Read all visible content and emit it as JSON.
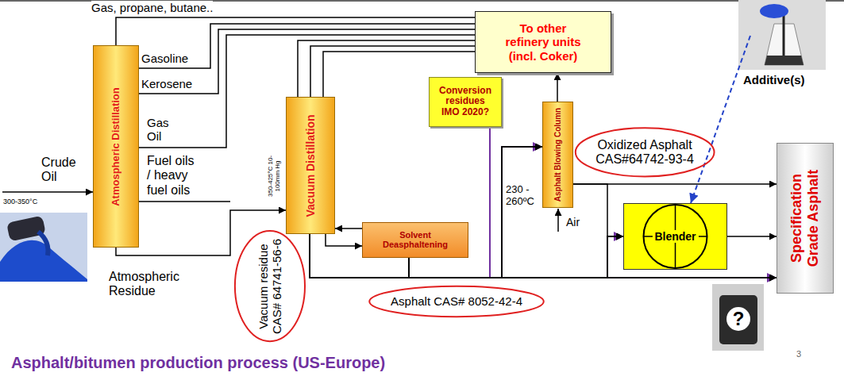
{
  "diagram": {
    "caption": "Asphalt/bitumen production process (US-Europe)",
    "nodes": [
      {
        "text": [
          "Atmospheric Distillation"
        ]
      },
      {
        "text": [
          "Vacuum Distillation"
        ]
      },
      {
        "text": [
          "Conversion residues IMO 2020?"
        ]
      },
      {
        "text": [
          "To other refinery units (incl. Coker)"
        ]
      },
      {
        "text": [
          "Asphalt Blowing Column"
        ]
      },
      {
        "text": [
          "Oxidized Asphalt CAS#64742-93-4"
        ]
      },
      {
        "text": [
          "Blender"
        ]
      },
      {
        "text": [
          "Specification Grade Asphalt"
        ]
      },
      {
        "text": [
          "Solvent Deasphaltening"
        ]
      },
      {
        "text": [
          "Vacuum residue CAS# 64741-56-6"
        ]
      },
      {
        "text": [
          "Asphalt CAS# 8052-42-4"
        ]
      }
    ],
    "edges": [
      {
        "from": 0,
        "to": 3,
        "arrow": "none",
        "label": "Gas, propane, butane.."
      },
      {
        "from": 0,
        "to": 3,
        "arrow": "none",
        "label": "Gasoline"
      },
      {
        "from": 0,
        "to": 3,
        "arrow": "none",
        "label": "Kerosene"
      },
      {
        "from": 0,
        "to": 3,
        "arrow": "none",
        "label": "Gas Oil"
      },
      {
        "from": 0,
        "to": 1,
        "arrow": "to",
        "label": "Atmospheric Residue"
      },
      {
        "from": 1,
        "to": 3,
        "arrow": "none"
      },
      {
        "from": 1,
        "to": 3,
        "arrow": "none"
      },
      {
        "from": 1,
        "to": 3,
        "arrow": "none"
      },
      {
        "from": 1,
        "to": 8,
        "arrow": "to"
      },
      {
        "from": 8,
        "to": 1,
        "arrow": "to"
      },
      {
        "from": 2,
        "to": 4,
        "arrow": "to"
      },
      {
        "from": 2,
        "to": 6,
        "arrow": "to"
      },
      {
        "from": 2,
        "to": 7,
        "arrow": "to"
      },
      {
        "from": 1,
        "to": 4,
        "arrow": "to"
      },
      {
        "from": 1,
        "to": 6,
        "arrow": "to"
      },
      {
        "from": 1,
        "to": 7,
        "arrow": "to"
      },
      {
        "from": 8,
        "to": 4,
        "arrow": "to"
      },
      {
        "from": 8,
        "to": 6,
        "arrow": "to"
      },
      {
        "from": 8,
        "to": 7,
        "arrow": "to"
      },
      {
        "from": 4,
        "to": 3,
        "arrow": "to"
      },
      {
        "from": 4,
        "to": 7,
        "arrow": "to"
      },
      {
        "from": 4,
        "to": 6,
        "arrow": "to"
      },
      {
        "from": 6,
        "to": 7,
        "arrow": "to"
      }
    ],
    "labels": [
      "Fuel oils / heavy fuel oils",
      "Crude Oil",
      "300-350°C",
      "350-425°C 10-100mm Hg",
      "230 - 260ºC",
      "Air",
      "Additive(s)",
      "?",
      "3"
    ]
  }
}
